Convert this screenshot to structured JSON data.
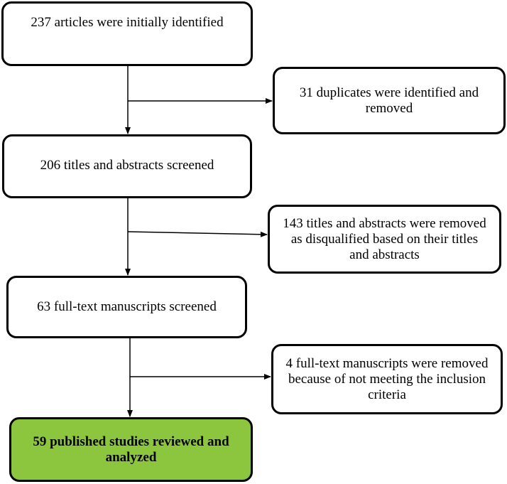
{
  "flow": {
    "initial": "237 articles were initially identified",
    "duplicates": "31 duplicates were identified and removed",
    "screened": "206 titles and abstracts screened",
    "removed": "143 titles and abstracts were removed as disqualified based on their titles and abstracts",
    "fulltext": "63 full-text manuscripts screened",
    "excluded": "4 full-text manuscripts were removed because of not meeting the inclusion criteria",
    "final": "59 published studies reviewed and analyzed"
  },
  "colors": {
    "final_box": "#8cc63f",
    "stroke": "#000000"
  }
}
